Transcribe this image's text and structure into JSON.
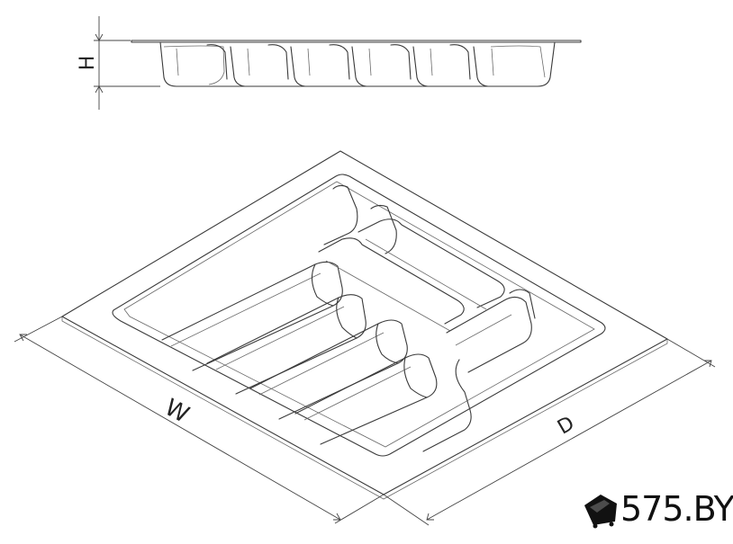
{
  "dimensions": {
    "height_label": "H",
    "width_label": "W",
    "depth_label": "D"
  },
  "watermark": {
    "text": "575.BY",
    "icon": "shopping-cart-icon"
  },
  "colors": {
    "line": "#3a3a3a",
    "background": "#ffffff",
    "watermark": "#111111"
  }
}
